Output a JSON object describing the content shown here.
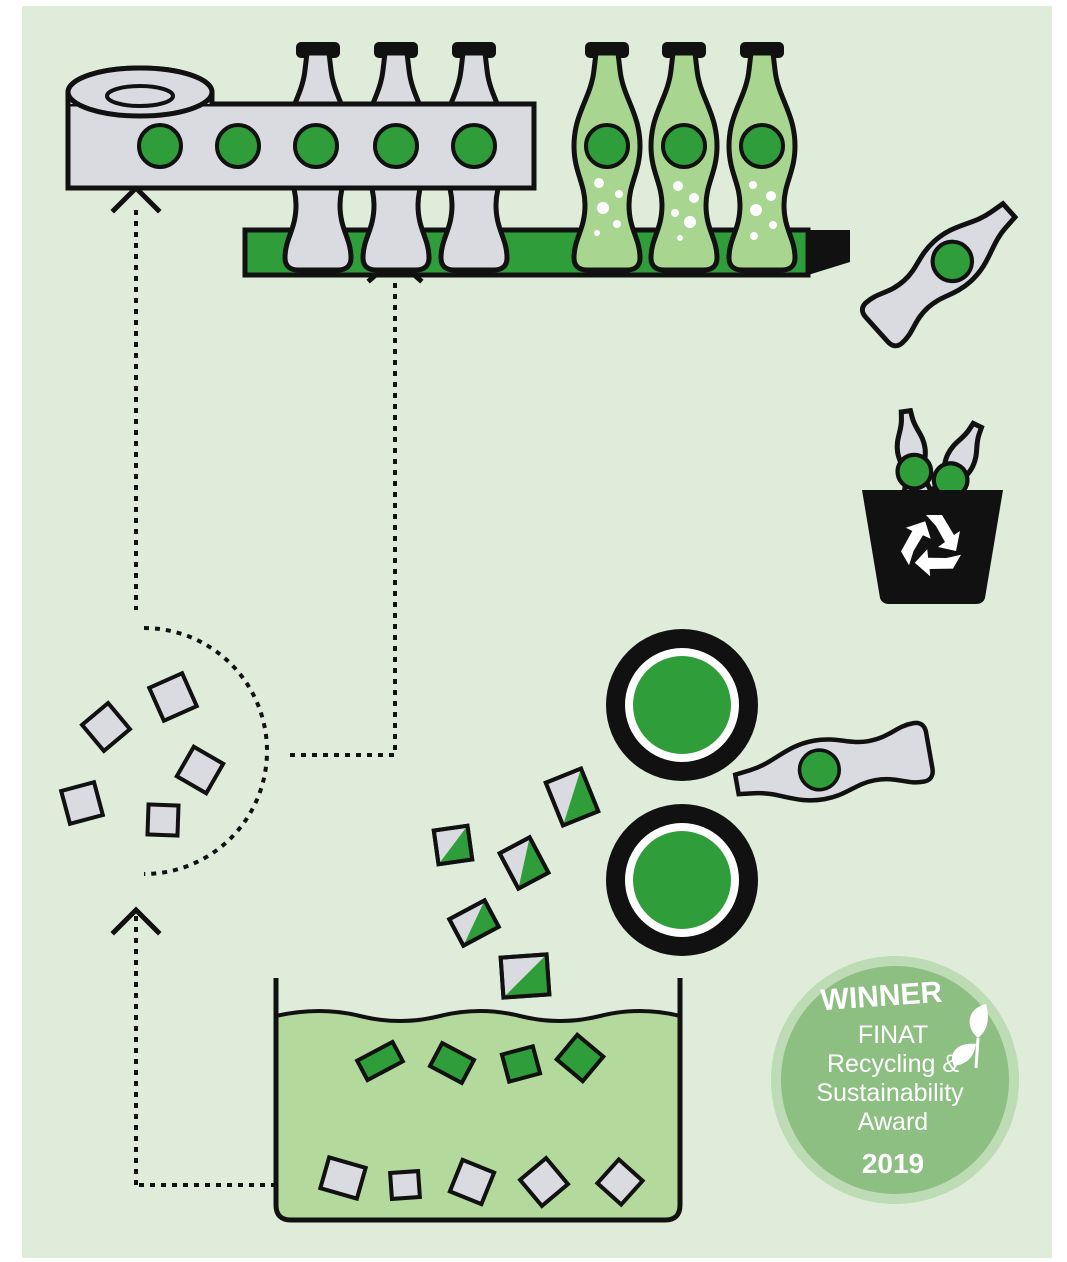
{
  "colors": {
    "background": "#dfecd9",
    "outer": "#ffffff",
    "green": "#2f9e3a",
    "light_green": "#a8d58f",
    "liquid": "#b4d99c",
    "label_gray": "#dadbe0",
    "black": "#111111",
    "badge": "#8dbf83",
    "badge_ring": "#bddbb4"
  },
  "icons": {
    "label_roll": "label-roll-icon",
    "conveyor": "conveyor-belt-icon",
    "bottle": "bottle-icon",
    "recycle_bin": "recycle-bin-icon",
    "recycle_symbol": "recycle-symbol-icon",
    "rollers": "shredder-rollers-icon",
    "tank": "separation-tank-icon",
    "leaf": "leaf-icon"
  },
  "badge": {
    "header": "WINNER",
    "line1": "FINAT",
    "line2": "Recycling &",
    "line3": "Sustainability",
    "line4": "Award",
    "year": "2019"
  }
}
